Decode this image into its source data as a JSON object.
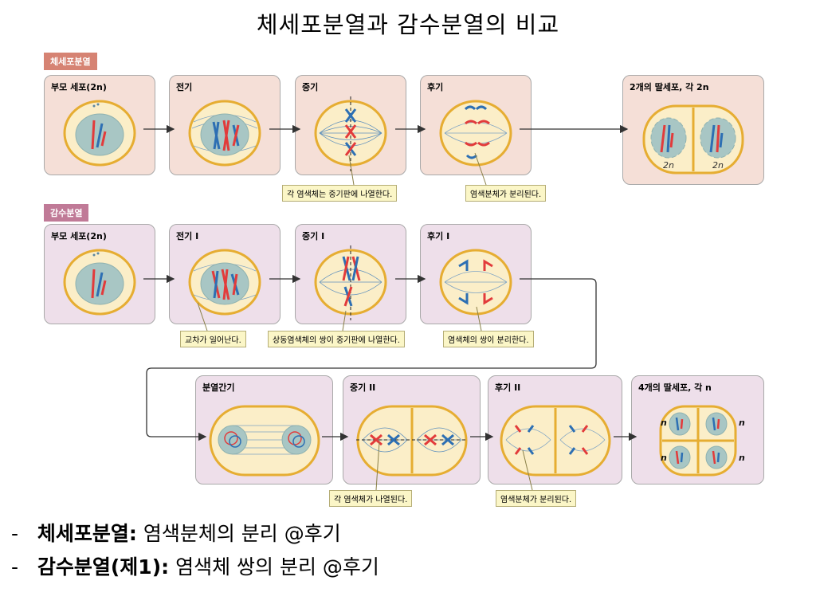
{
  "slide": {
    "title": "체세포분열과 감수분열의 비교"
  },
  "mitosis": {
    "tag": "체세포분열",
    "panels": [
      {
        "label": "부모 세포(2n)"
      },
      {
        "label": "전기"
      },
      {
        "label": "중기"
      },
      {
        "label": "후기"
      },
      {
        "label": "2개의 딸세포, 각 2n"
      }
    ],
    "cell_labels": [
      "2n",
      "2n"
    ],
    "callouts": [
      "각 염색체는 중기판에 나열한다.",
      "염색분체가 분리된다."
    ]
  },
  "meiosis": {
    "tag": "감수분열",
    "row1": [
      {
        "label": "부모 세포(2n)"
      },
      {
        "label": "전기 I"
      },
      {
        "label": "중기 I"
      },
      {
        "label": "후기 I"
      }
    ],
    "row1_callouts": [
      "교차가 일어난다.",
      "상동염색체의 쌍이 중기판에 나열한다.",
      "염색체의 쌍이 분리한다."
    ],
    "row2": [
      {
        "label": "분열간기"
      },
      {
        "label": "중기 II"
      },
      {
        "label": "후기 II"
      },
      {
        "label": "4개의 딸세포, 각 n"
      }
    ],
    "cell_labels": [
      "n",
      "n",
      "n",
      "n"
    ],
    "row2_callouts": [
      "각 염색체가 나열된다.",
      "염색분체가 분리된다."
    ]
  },
  "summary": [
    {
      "bullet": "-",
      "term": "체세포분열:",
      "rest": " 염색분체의 분리 @후기"
    },
    {
      "bullet": "-",
      "term": "감수분열(제1):",
      "rest": " 염색체 쌍의 분리 @후기"
    }
  ],
  "colors": {
    "mitosis_bg": "#f5dfd7",
    "meiosis_bg": "#eedfea",
    "cell_fill": "#fbeec8",
    "cell_border": "#e6ad32",
    "nucleus": "#a8c6c4",
    "chromosome_red": "#e23b3b",
    "chromosome_blue": "#2d6fb3",
    "callout_bg": "#fbf6c7"
  }
}
